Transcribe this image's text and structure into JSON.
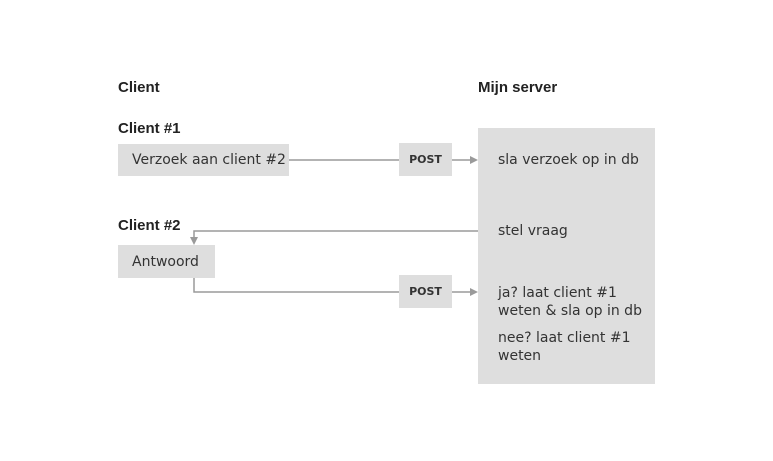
{
  "headings": {
    "client": "Client",
    "server": "Mijn server",
    "client1": "Client #1",
    "client2": "Client #2"
  },
  "client1": {
    "request_label": "Verzoek aan client #2"
  },
  "client2": {
    "answer_label": "Antwoord"
  },
  "post_labels": [
    "POST",
    "POST"
  ],
  "server": {
    "store_request": "sla verzoek op in db",
    "ask_question": "stel vraag",
    "yes_line1": "ja? laat client #1",
    "yes_line2": "weten & sla op in db",
    "no_line1": "nee? laat client #1",
    "no_line2": "weten"
  },
  "colors": {
    "box_fill": "#dedede",
    "connector": "#9a9a9a",
    "text": "#222222"
  }
}
